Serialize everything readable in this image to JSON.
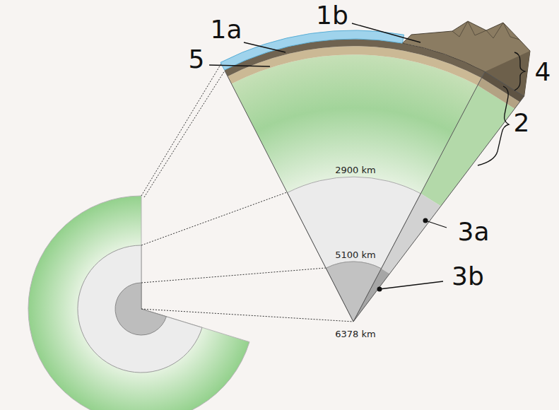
{
  "diagram": {
    "labels": [
      "1a",
      "1b",
      "5",
      "4",
      "2",
      "2900 km",
      "3a",
      "5100 km",
      "3b",
      "6378 km"
    ]
  }
}
